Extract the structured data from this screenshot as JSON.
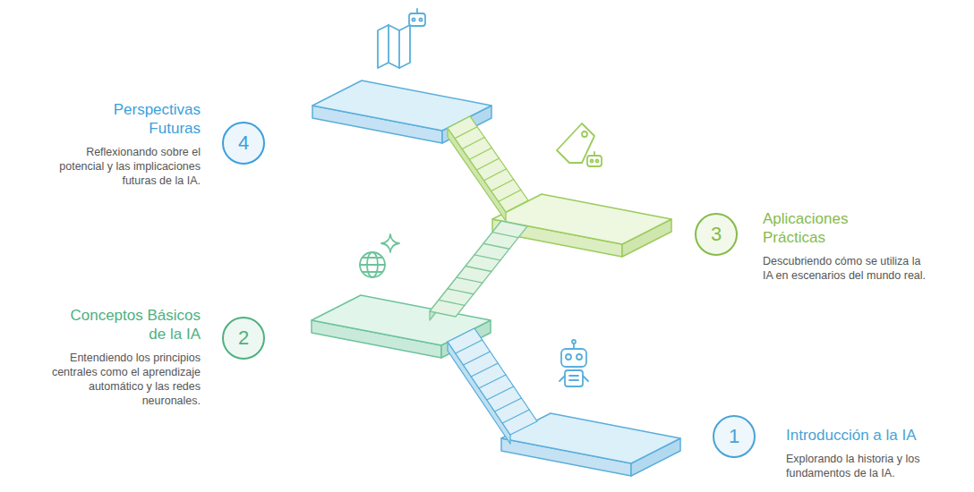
{
  "diagram": {
    "nodes": [
      {
        "text": [
          "1",
          "Introducción a la IA",
          "Explorando la historia y los fundamentos de la IA."
        ]
      },
      {
        "text": [
          "2",
          "Conceptos Básicos de la IA",
          "Entendiendo los principios centrales como el aprendizaje automático y las redes neuronales."
        ]
      },
      {
        "text": [
          "3",
          "Aplicaciones Prácticas",
          "Descubriendo cómo se utiliza la IA en escenarios del mundo real."
        ]
      },
      {
        "text": [
          "4",
          "Perspectivas Futuras",
          "Reflexionando sobre el potencial y las implicaciones futuras de la IA."
        ]
      }
    ]
  }
}
